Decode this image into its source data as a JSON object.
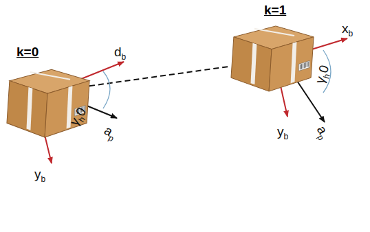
{
  "diagram": {
    "nodes": [
      {
        "text": [
          "k=0"
        ]
      },
      {
        "text": [
          "k=1"
        ]
      }
    ],
    "edges": [
      {
        "from": 0,
        "to": 1,
        "arrow": "none"
      }
    ],
    "labels": [
      "db",
      "γh0",
      "ap",
      "yb",
      "xb",
      "γh0",
      "ap",
      "yb"
    ]
  }
}
